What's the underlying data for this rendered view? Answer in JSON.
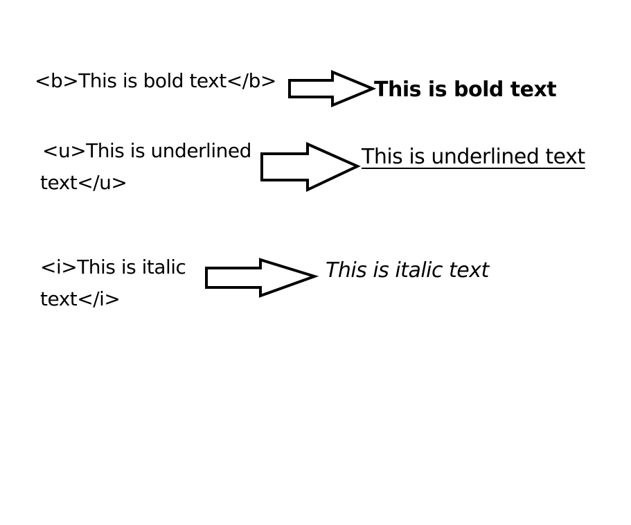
{
  "examples": [
    {
      "code_lines": [
        "<b>This is bold text</b>"
      ],
      "result": "This is bold text",
      "style": "bold"
    },
    {
      "code_lines": [
        "<u>This is underlined",
        "text</u>"
      ],
      "result": "This is underlined text",
      "style": "underline"
    },
    {
      "code_lines": [
        "<i>This is italic",
        "text</i>"
      ],
      "result": "This is italic text",
      "style": "italic"
    }
  ],
  "colors": {
    "text": "#000000",
    "arrow_stroke": "#000000",
    "background": "#ffffff"
  },
  "icons": {
    "arrow": "right-arrow-outline-icon"
  }
}
